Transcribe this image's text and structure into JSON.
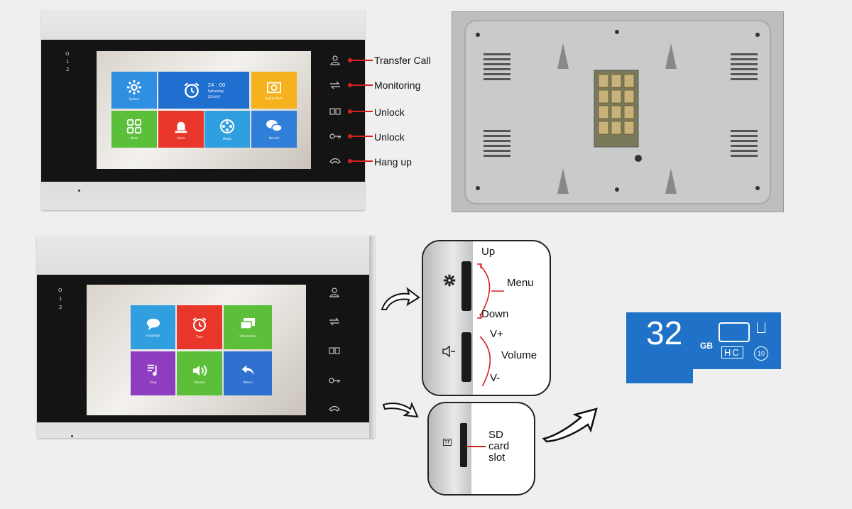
{
  "monitor_top": {
    "led_labels": [
      "O",
      "1",
      "2"
    ],
    "clock": {
      "time": "24 : 00",
      "day": "Saturday",
      "date": "2019/9/7"
    },
    "tiles": [
      {
        "label": "System",
        "color": "#2f8fe0",
        "icon": "gear-icon"
      },
      {
        "label": "",
        "color": "#1f6fd0",
        "icon": "alarm-clock-icon"
      },
      {
        "label": "Digital Photo",
        "color": "#f5b21c",
        "icon": "photo-icon"
      },
      {
        "label": "Mode",
        "color": "#5cbf3a",
        "icon": "grid-icon"
      },
      {
        "label": "Alarm",
        "color": "#e8362a",
        "icon": "siren-icon"
      },
      {
        "label": "Media",
        "color": "#2f9fe0",
        "icon": "film-reel-icon"
      },
      {
        "label": "Record",
        "color": "#2f7fd8",
        "icon": "chat-bubbles-icon"
      }
    ],
    "buttons": [
      {
        "label": "Transfer Call",
        "icon": "person-icon"
      },
      {
        "label": "Monitoring",
        "icon": "monitoring-arrows-icon"
      },
      {
        "label": "Unlock",
        "icon": "door-icon"
      },
      {
        "label": "Unlock",
        "icon": "key-icon"
      },
      {
        "label": "Hang up",
        "icon": "phone-handset-icon"
      }
    ]
  },
  "monitor_bottom": {
    "led_labels": [
      "O",
      "1",
      "2"
    ],
    "tiles": [
      {
        "label": "Language",
        "color": "#2f9fe0",
        "icon": "speech-bubble-icon"
      },
      {
        "label": "Time",
        "color": "#e8362a",
        "icon": "alarm-clock-icon"
      },
      {
        "label": "Information",
        "color": "#5cbf3a",
        "icon": "messages-icon"
      },
      {
        "label": "Ring",
        "color": "#8e3cc0",
        "icon": "music-note-icon"
      },
      {
        "label": "Volume",
        "color": "#5cbf3a",
        "icon": "speaker-icon"
      },
      {
        "label": "Return",
        "color": "#2f6fd0",
        "icon": "return-arrow-icon"
      }
    ]
  },
  "side_detail": {
    "up": "Up",
    "menu": "Menu",
    "down": "Down",
    "vplus": "V+",
    "volume": "Volume",
    "vminus": "V-"
  },
  "sd_detail": {
    "slot_label_1": "SD",
    "slot_label_2": "card",
    "slot_label_3": "slot",
    "tf": "TF"
  },
  "sd_card": {
    "capacity": "32",
    "unit": "GB",
    "type": "HC",
    "class": "10"
  },
  "colors": {
    "callout_red": "#d32020",
    "sd_blue": "#1f72c7"
  }
}
